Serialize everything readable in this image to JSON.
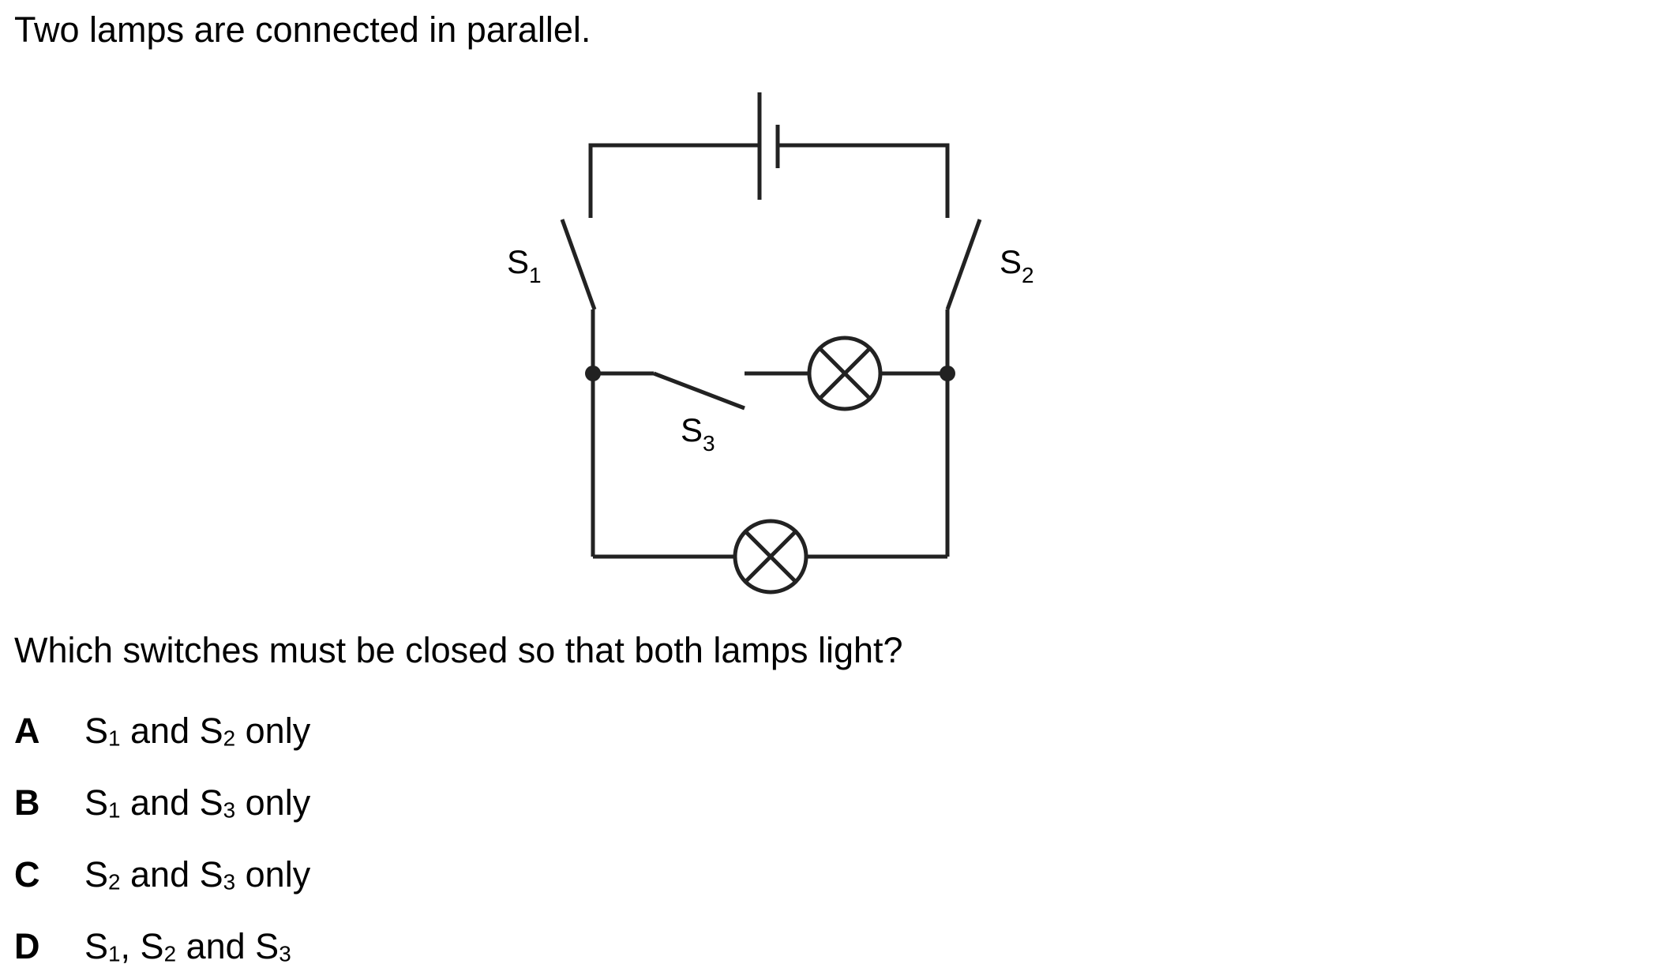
{
  "intro_text": "Two lamps are connected in parallel.",
  "question_text": "Which switches must be closed so that both lamps light?",
  "circuit": {
    "switch_labels": [
      {
        "base": "S",
        "sub": "1"
      },
      {
        "base": "S",
        "sub": "2"
      },
      {
        "base": "S",
        "sub": "3"
      }
    ]
  },
  "options": [
    {
      "letter": "A",
      "parts": [
        {
          "base": "S",
          "sub": "1"
        },
        {
          "text": " and "
        },
        {
          "base": "S",
          "sub": "2"
        },
        {
          "text": " only"
        }
      ]
    },
    {
      "letter": "B",
      "parts": [
        {
          "base": "S",
          "sub": "1"
        },
        {
          "text": " and "
        },
        {
          "base": "S",
          "sub": "3"
        },
        {
          "text": " only"
        }
      ]
    },
    {
      "letter": "C",
      "parts": [
        {
          "base": "S",
          "sub": "2"
        },
        {
          "text": " and "
        },
        {
          "base": "S",
          "sub": "3"
        },
        {
          "text": " only"
        }
      ]
    },
    {
      "letter": "D",
      "parts": [
        {
          "base": "S",
          "sub": "1"
        },
        {
          "text": ", "
        },
        {
          "base": "S",
          "sub": "2"
        },
        {
          "text": " and "
        },
        {
          "base": "S",
          "sub": "3"
        }
      ]
    }
  ]
}
